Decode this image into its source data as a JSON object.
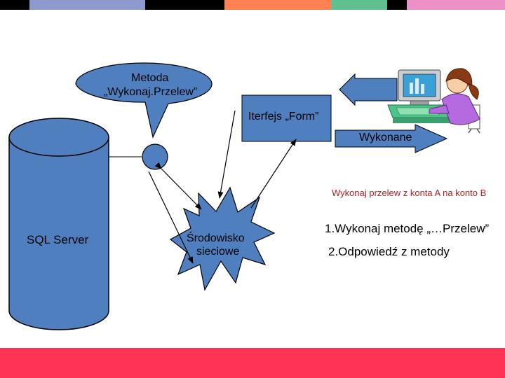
{
  "colors": {
    "top_segments": [
      "#000000",
      "#8e9acf",
      "#000000",
      "#ff8050",
      "#60c090",
      "#000000",
      "#ee90c8"
    ],
    "bottom_bar": "#ff3355",
    "shape_fill": "#4f7fbf",
    "shape_stroke": "#000000"
  },
  "database": {
    "label": "SQL Server"
  },
  "callout": {
    "line1": "Metoda",
    "line2": "„Wykonaj.Przelew”"
  },
  "interface_box": {
    "label": "Iterfejs „Form”"
  },
  "done_arrow": {
    "label": "Wykonane"
  },
  "network": {
    "line1": "Środowisko",
    "line2": "sieciowe"
  },
  "request_note": "Wykonaj przelew z konta A na konto B",
  "steps": [
    "1.Wykonaj metodę „…Przelew”",
    "2.Odpowiedź z metody"
  ],
  "icons": {
    "user": "person-at-computer-icon"
  }
}
